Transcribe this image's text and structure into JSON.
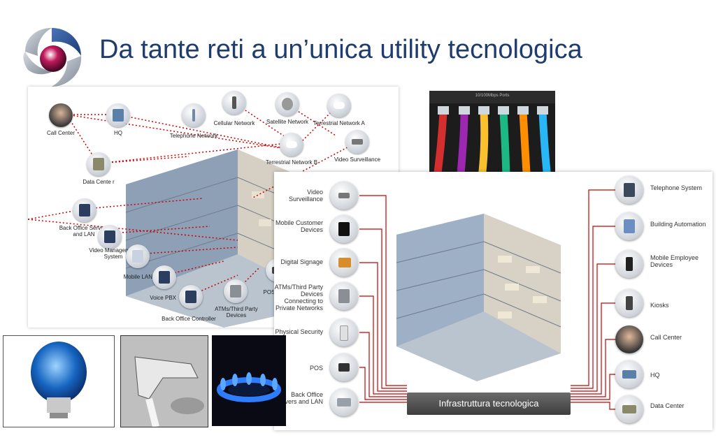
{
  "title": "Da tante reti a un’unica utility tecnologica",
  "colors": {
    "title": "#1f3c6e",
    "network_line": "#cc0000",
    "infra_bar": "#4a4a4a"
  },
  "left_diagram": {
    "nodes": [
      {
        "id": "call-center",
        "label": "Call Center",
        "icon": "person-headset-icon"
      },
      {
        "id": "hq",
        "label": "HQ",
        "icon": "building-icon"
      },
      {
        "id": "telephone-network",
        "label": "Telephone Network",
        "icon": "telephone-pole-icon"
      },
      {
        "id": "cellular-network",
        "label": "Cellular Network",
        "icon": "cell-tower-icon"
      },
      {
        "id": "satellite-network",
        "label": "Satellite Network",
        "icon": "satellite-dish-icon"
      },
      {
        "id": "terrestrial-network-a",
        "label": "Terrestrial Network A",
        "icon": "cloud-icon"
      },
      {
        "id": "terrestrial-network-b",
        "label": "Terrestrial Network B",
        "icon": "cloud-icon"
      },
      {
        "id": "video-surveillance",
        "label": "Video Surveillance",
        "icon": "security-camera-icon"
      },
      {
        "id": "data-center",
        "label": "Data Cente r",
        "icon": "server-rack-icon"
      },
      {
        "id": "back-office-servers",
        "label": "Back Office Servers and LAN",
        "icon": "server-icon"
      },
      {
        "id": "video-management",
        "label": "Video Management System",
        "icon": "server-icon"
      },
      {
        "id": "mobile-lan",
        "label": "Mobile LAN",
        "icon": "server-icon"
      },
      {
        "id": "voice-pbx",
        "label": "Voice PBX",
        "icon": "server-icon"
      },
      {
        "id": "back-office-controller",
        "label": "Back Office Controller",
        "icon": "server-icon"
      },
      {
        "id": "atms",
        "label": "ATMs/Third Party Devices",
        "icon": "atm-icon"
      },
      {
        "id": "pos",
        "label": "POS",
        "icon": "pos-terminal-icon"
      }
    ]
  },
  "right_diagram": {
    "left_items": [
      {
        "label": "Video Surveillance",
        "icon": "security-camera-icon"
      },
      {
        "label": "Mobile Customer Devices",
        "icon": "tablet-icon"
      },
      {
        "label": "Digital Signage",
        "icon": "display-icon"
      },
      {
        "label": "ATMs/Third Party Devices Connecting to Private Networks",
        "icon": "atm-icon"
      },
      {
        "label": "Physical Security",
        "icon": "door-sensor-icon"
      },
      {
        "label": "POS",
        "icon": "pos-terminal-icon"
      },
      {
        "label": "Back Office Servers and LAN",
        "icon": "server-rack-icon"
      }
    ],
    "right_items": [
      {
        "label": "Telephone System",
        "icon": "phone-icon"
      },
      {
        "label": "Building Automation",
        "icon": "control-panel-icon"
      },
      {
        "label": "Mobile Employee Devices",
        "icon": "mobile-phone-icon"
      },
      {
        "label": "Kiosks",
        "icon": "kiosk-icon"
      },
      {
        "label": "Call Center",
        "icon": "person-headset-icon"
      },
      {
        "label": "HQ",
        "icon": "building-icon"
      },
      {
        "label": "Data Center",
        "icon": "server-rack-icon"
      }
    ],
    "infra_label": "Infrastruttura tecnologica"
  },
  "photos": {
    "cable_header": "10/100Mbps Ports"
  }
}
